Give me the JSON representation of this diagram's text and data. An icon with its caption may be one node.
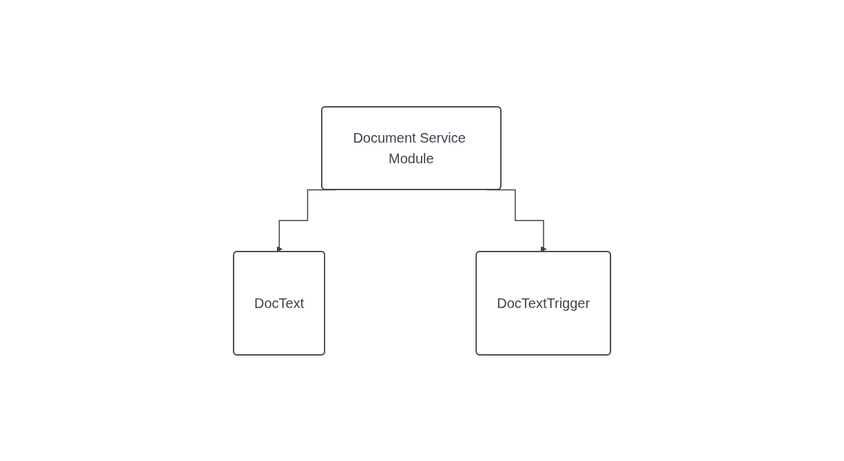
{
  "diagram": {
    "nodes": [
      {
        "text": [
          "Document Service Module"
        ]
      },
      {
        "text": [
          "DocText"
        ]
      },
      {
        "text": [
          "DocTextTrigger"
        ]
      }
    ],
    "edges": [
      {
        "from": 0,
        "to": 1,
        "arrow": "to"
      },
      {
        "from": 0,
        "to": 2,
        "arrow": "to"
      }
    ]
  }
}
